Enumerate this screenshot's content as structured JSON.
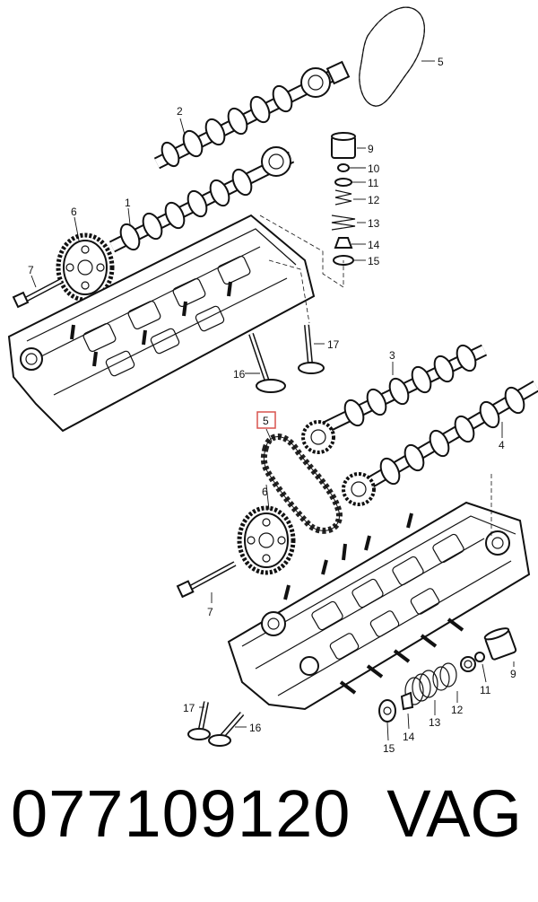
{
  "diagram": {
    "callouts": [
      {
        "id": "c-5-top",
        "text": "5"
      },
      {
        "id": "c-2",
        "text": "2"
      },
      {
        "id": "c-1",
        "text": "1"
      },
      {
        "id": "c-6-top",
        "text": "6"
      },
      {
        "id": "c-7-top",
        "text": "7"
      },
      {
        "id": "c-9-top",
        "text": "9"
      },
      {
        "id": "c-10-top",
        "text": "10"
      },
      {
        "id": "c-11-top",
        "text": "11"
      },
      {
        "id": "c-12-top",
        "text": "12"
      },
      {
        "id": "c-13-top",
        "text": "13"
      },
      {
        "id": "c-14-top",
        "text": "14"
      },
      {
        "id": "c-15-top",
        "text": "15"
      },
      {
        "id": "c-17-top",
        "text": "17"
      },
      {
        "id": "c-16-top",
        "text": "16"
      },
      {
        "id": "c-3",
        "text": "3"
      },
      {
        "id": "c-4",
        "text": "4"
      },
      {
        "id": "c-5-bottom",
        "text": "5",
        "highlighted": true
      },
      {
        "id": "c-6-bottom",
        "text": "6"
      },
      {
        "id": "c-7-bottom",
        "text": "7"
      },
      {
        "id": "c-9-bottom",
        "text": "9"
      },
      {
        "id": "c-11-bottom",
        "text": "11"
      },
      {
        "id": "c-12-bottom",
        "text": "12"
      },
      {
        "id": "c-13-bottom",
        "text": "13"
      },
      {
        "id": "c-14-bottom",
        "text": "14"
      },
      {
        "id": "c-15-bottom",
        "text": "15"
      },
      {
        "id": "c-17-bottom",
        "text": "17"
      },
      {
        "id": "c-16-bottom",
        "text": "16"
      }
    ],
    "highlight_color": "#d9534f"
  },
  "footer": {
    "part_number": "077109120",
    "brand": "VAG"
  }
}
